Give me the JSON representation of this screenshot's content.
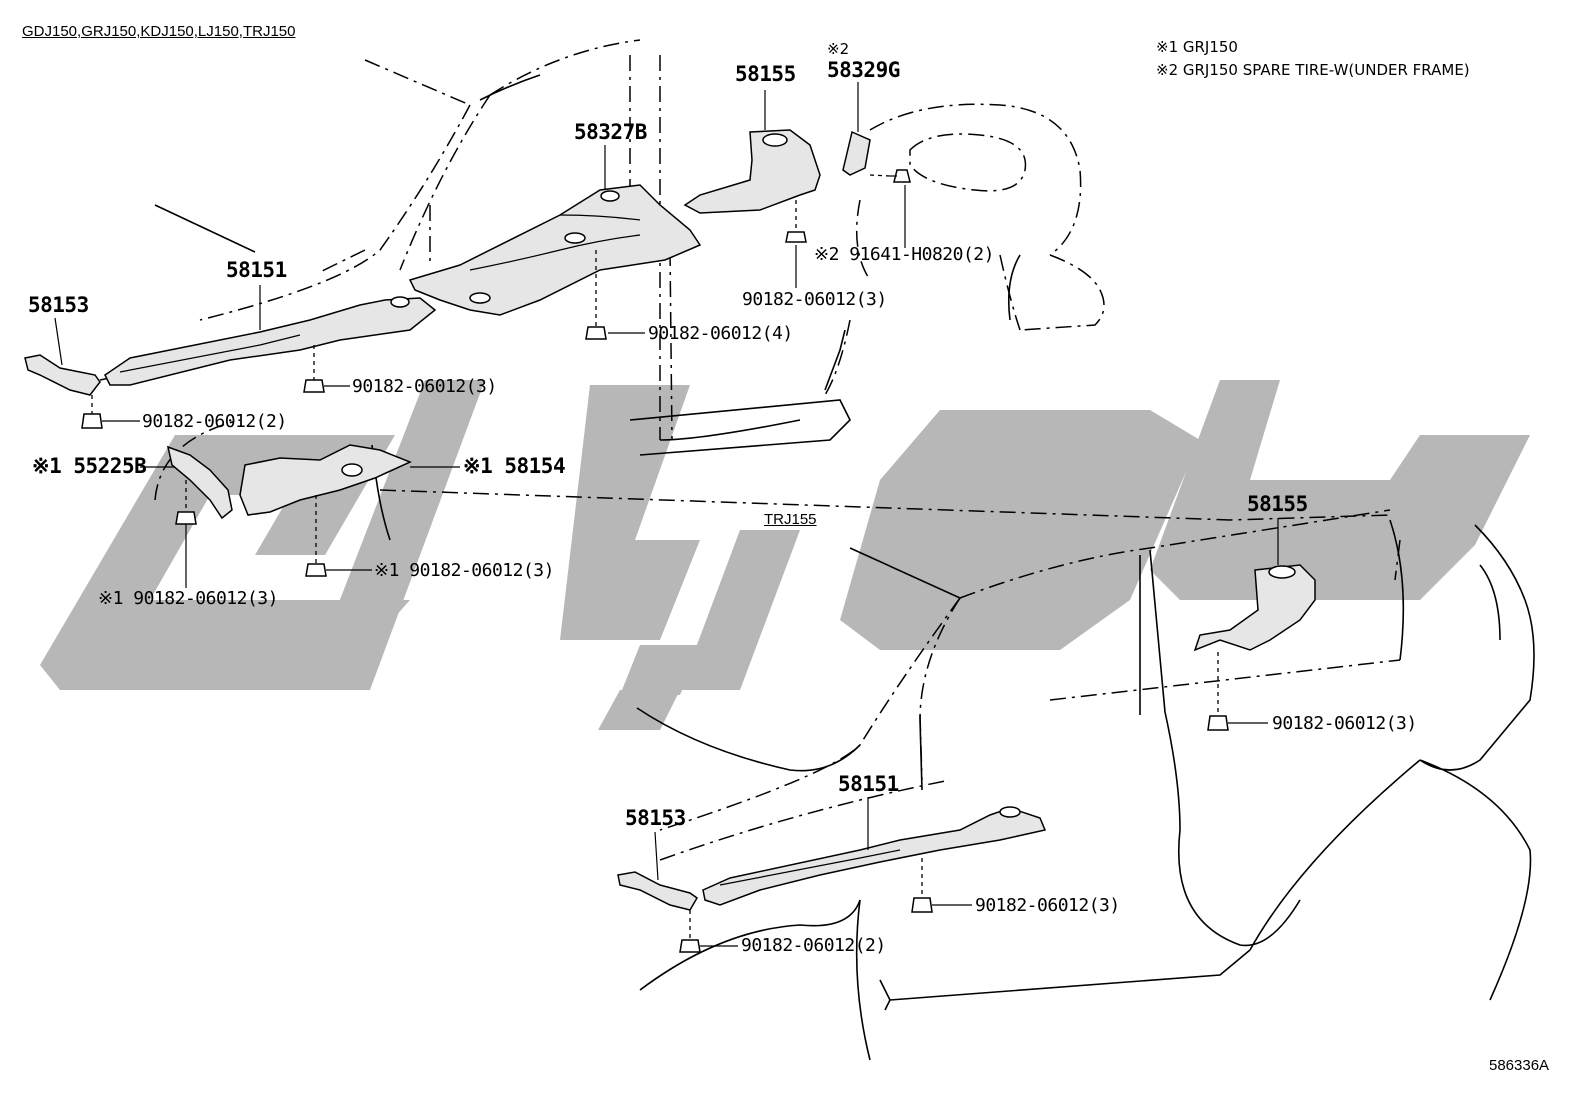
{
  "headers": {
    "group_a": "GDJ150,GRJ150,KDJ150,LJ150,TRJ150",
    "group_b": "TRJ155"
  },
  "notes": [
    "※1 GRJ150",
    "※2 GRJ150 SPARE TIRE-W(UNDER FRAME)"
  ],
  "parts": {
    "p58155_top": "58155",
    "p58329g_mark": "※2",
    "p58329g": "58329G",
    "p58327b": "58327B",
    "p58151_top": "58151",
    "p58153_top": "58153",
    "p55225b": "※1 55225B",
    "p58154": "※1 58154",
    "p58155_bottom": "58155",
    "p58151_bottom": "58151",
    "p58153_bottom": "58153",
    "bolt_91641": "※2 91641-H0820(2)",
    "nut_a": "90182-06012(3)",
    "nut_b": "90182-06012(4)",
    "nut_c": "90182-06012(3)",
    "nut_d": "90182-06012(2)",
    "nut_e": "※1 90182-06012(3)",
    "nut_f": "※1 90182-06012(3)",
    "nut_g": "90182-06012(3)",
    "nut_h": "90182-06012(3)",
    "nut_i": "90182-06012(2)"
  },
  "footer_code": "586336A",
  "colors": {
    "line": "#000000",
    "part_fill": "#e6e6e6",
    "watermark": "#b7b7b7"
  }
}
